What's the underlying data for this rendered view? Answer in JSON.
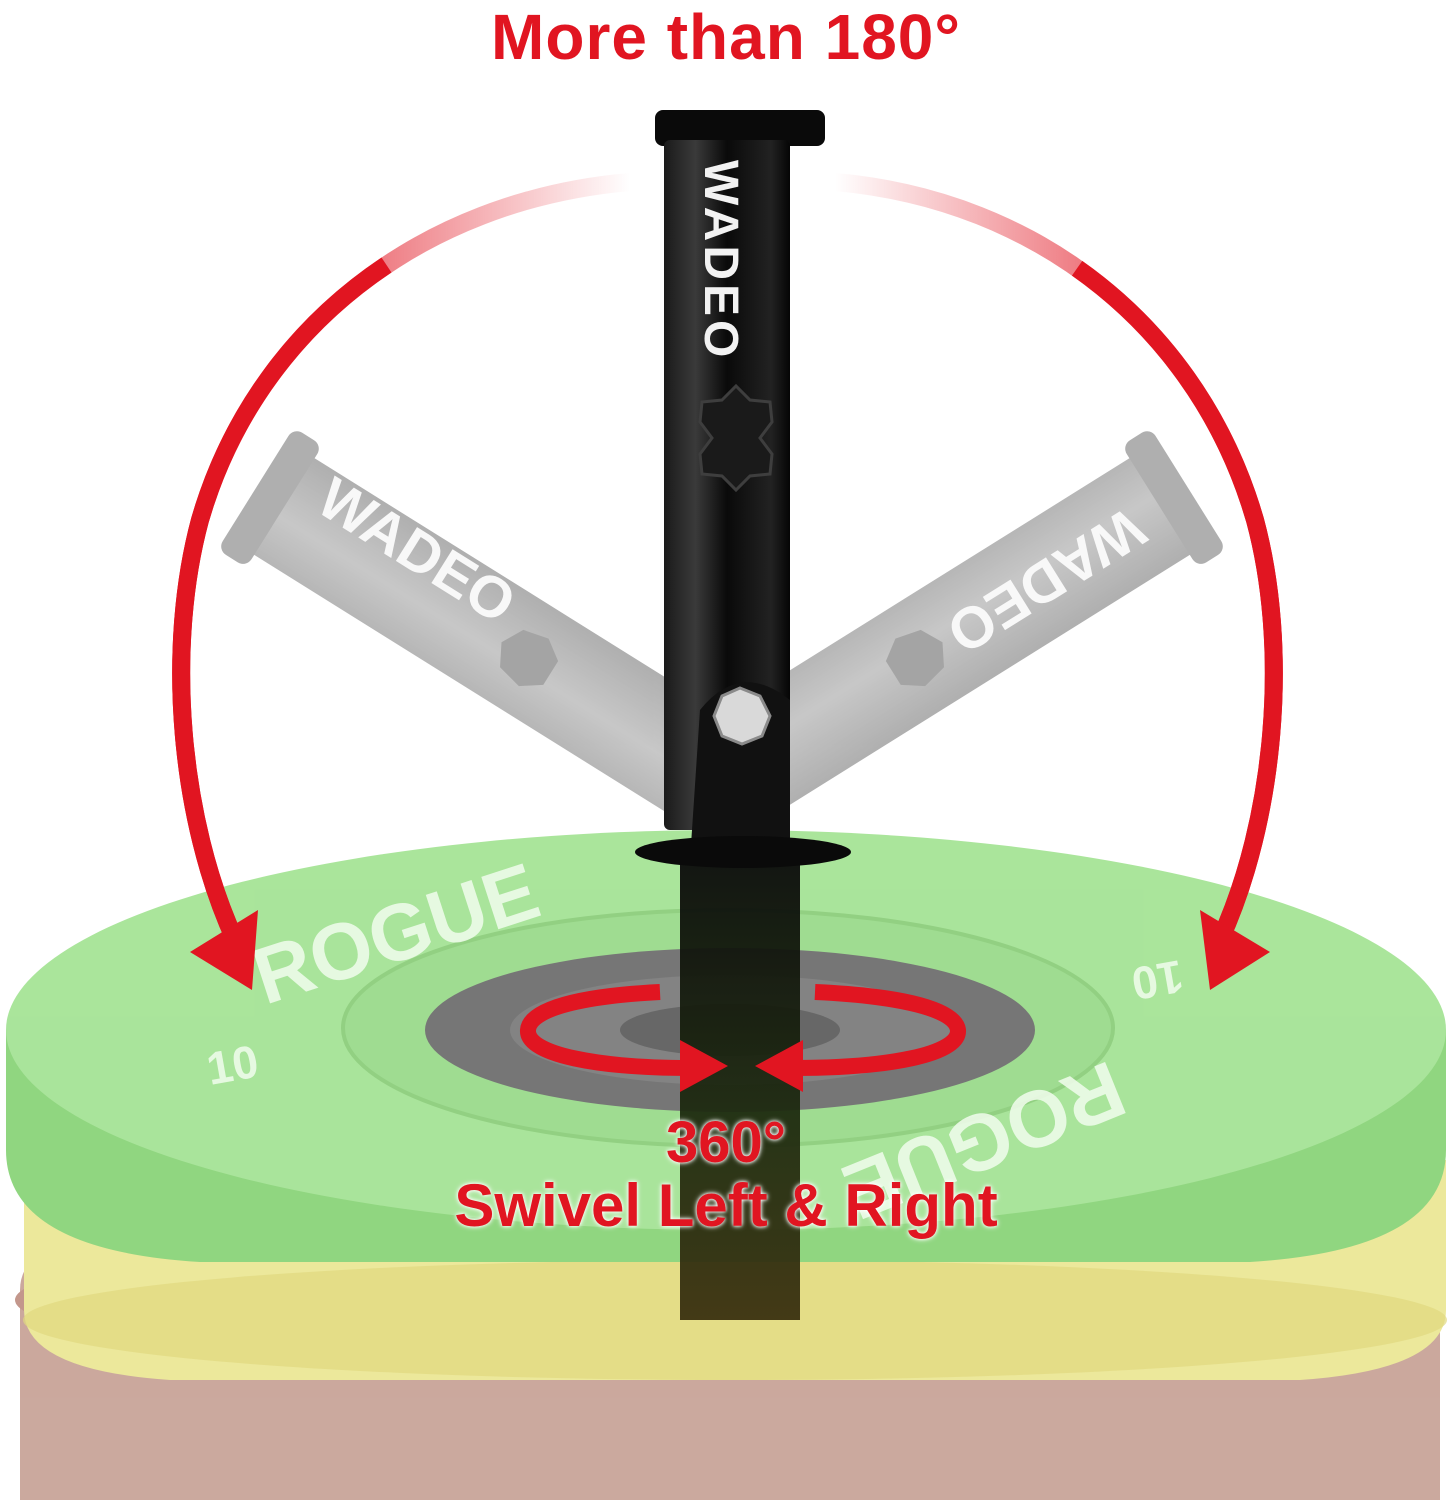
{
  "captions": {
    "top_angle": "More than 180°",
    "swivel_angle": "360°",
    "swivel_text": "Swivel Left & Right"
  },
  "product": {
    "tube_brand_text": "WADEO",
    "plate_brand_text": "ROGUE",
    "plate_weight_text": "10"
  },
  "colors": {
    "accent_red": "#e11521",
    "plate_green": "#8fd97a",
    "plate_yellow": "#ece67a",
    "plate_maroon": "#b98679",
    "tube_black": "#0e0e0e",
    "ghost_tube_gray": "#8a8a8a"
  }
}
